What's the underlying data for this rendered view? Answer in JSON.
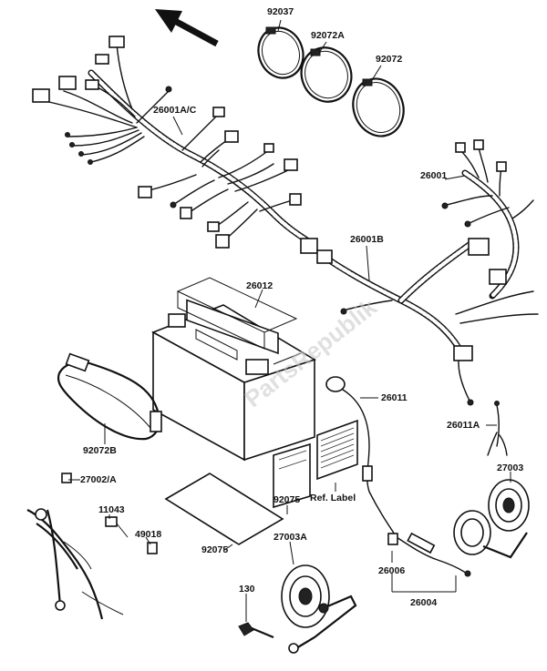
{
  "labels": {
    "p92037": "92037",
    "p92072A": "92072A",
    "p92072": "92072",
    "p26001AC": "26001A/C",
    "p26001": "26001",
    "p26001B": "26001B",
    "p26012": "26012",
    "p26011": "26011",
    "p26011A": "26011A",
    "p92072B": "92072B",
    "p27003": "27003",
    "p27002A": "27002/A",
    "p11043": "11043",
    "p49018": "49018",
    "p92075a": "92075",
    "p92075b": "92075",
    "refLabel": "Ref. Label",
    "p27003A": "27003A",
    "p26006": "26006",
    "p26004": "26004",
    "p130": "130"
  },
  "watermark": "PartsRepublik",
  "colors": {
    "ink": "#111111",
    "paper": "#ffffff"
  }
}
